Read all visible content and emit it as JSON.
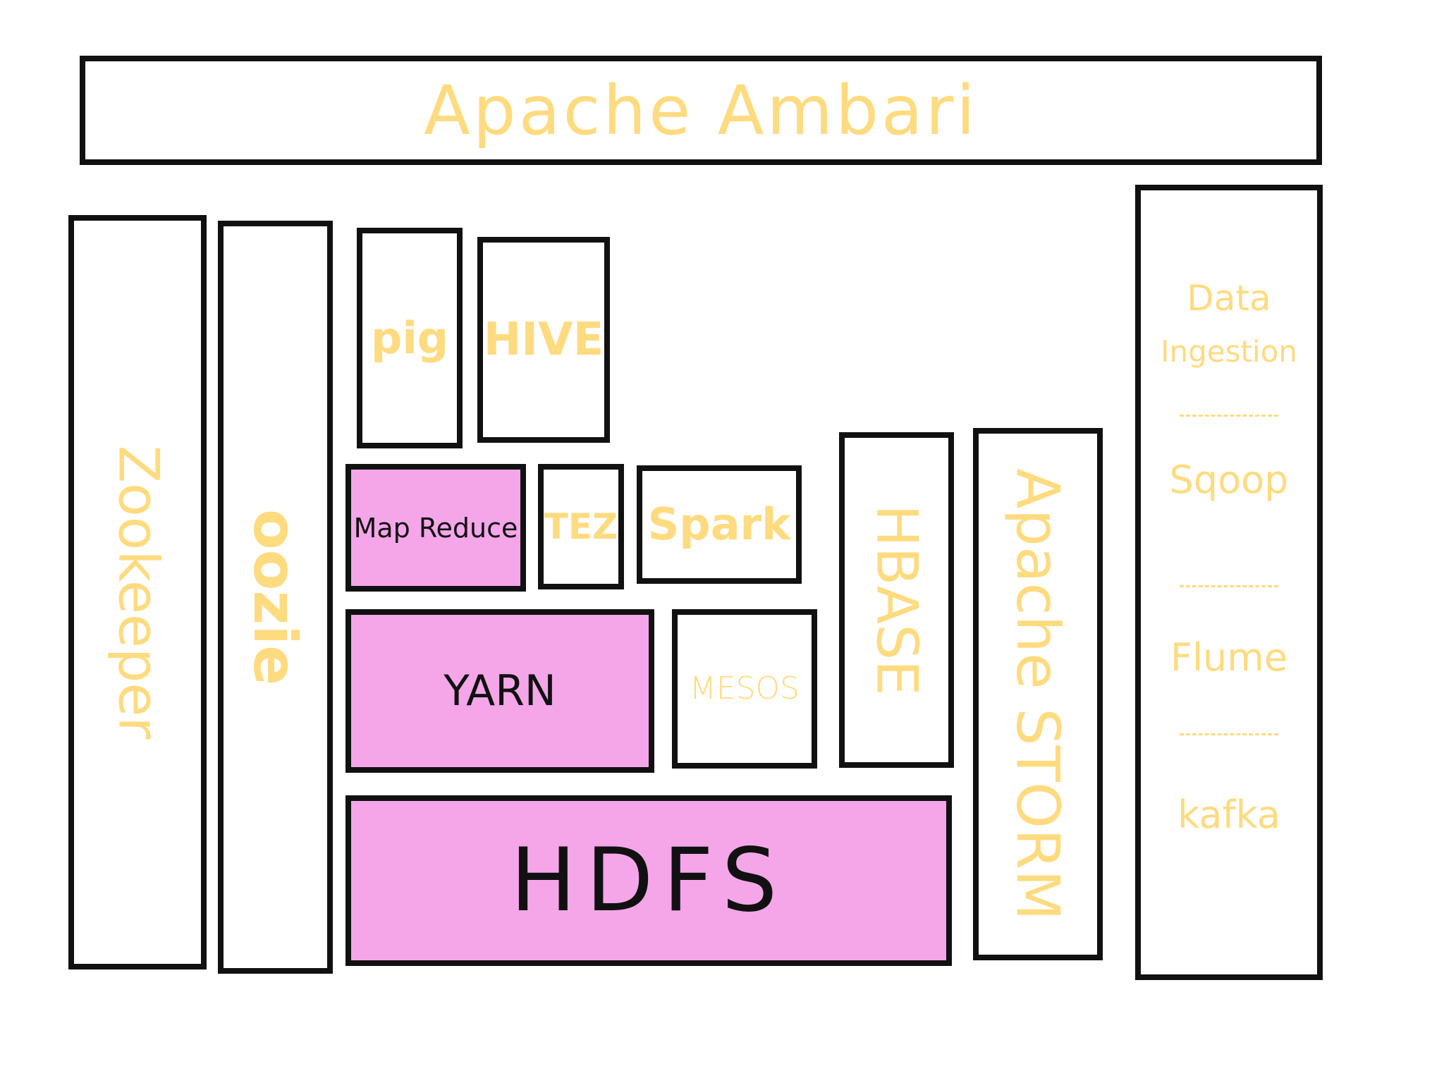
{
  "colors": {
    "outline": "#111111",
    "label_yellow": "#ffdb80",
    "highlight_pink": "#f4a6e8",
    "background": "#ffffff"
  },
  "ambari": {
    "label": "Apache Ambari"
  },
  "zookeeper": {
    "label": "Zookeeper"
  },
  "oozie": {
    "label": "oozie"
  },
  "pig": {
    "label": "pig"
  },
  "hive": {
    "label": "HIVE"
  },
  "mapreduce": {
    "label": "Map Reduce"
  },
  "tez": {
    "label": "TEZ"
  },
  "spark": {
    "label": "Spark"
  },
  "yarn": {
    "label": "YARN"
  },
  "mesos": {
    "label": "MESOS"
  },
  "hbase": {
    "label": "HBASE"
  },
  "storm": {
    "label": "Apache STORM"
  },
  "hdfs": {
    "label": "HDFS"
  },
  "ingestion": {
    "title_line1": "Data",
    "title_line2": "Ingestion",
    "items": [
      "Sqoop",
      "Flume",
      "kafka"
    ]
  }
}
